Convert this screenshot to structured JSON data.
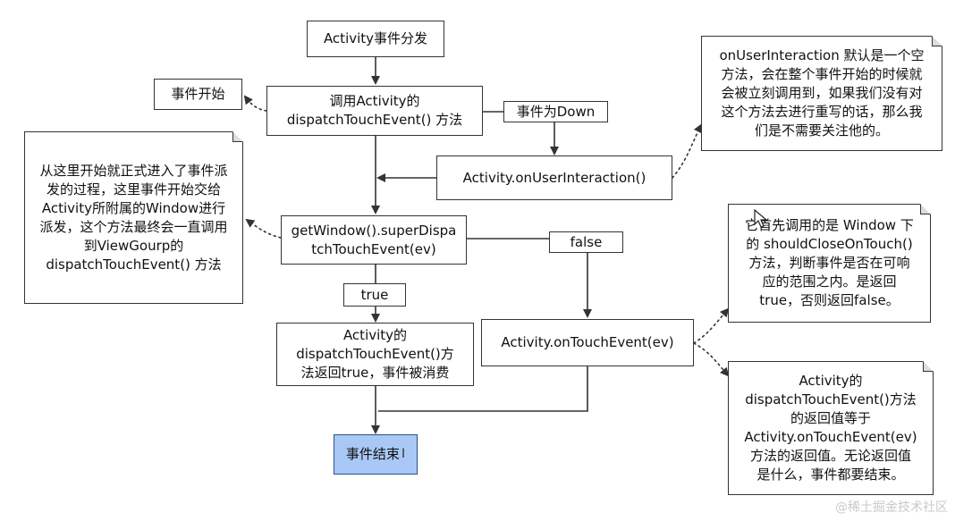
{
  "nodes": {
    "activity_dispatch_title": "Activity事件分发",
    "event_start": "事件开始",
    "call_dispatch": "调用Activity的\ndispatchTouchEvent() 方法",
    "event_down": "事件为Down",
    "on_user_interaction": "Activity.onUserInteraction()",
    "super_dispatch": "getWindow().superDispa\ntchTouchEvent(ev)",
    "label_false": "false",
    "label_true": "true",
    "consumed": "Activity的\ndispatchTouchEvent()方\n法返回true，事件被消费",
    "on_touch_event": "Activity.onTouchEvent(ev)",
    "event_end": "事件结束",
    "event_end_cursor": "I"
  },
  "notes": {
    "user_interaction_note": "onUserInteraction 默认是一个空\n方法，会在整个事件开始的时候就\n会被立刻调用到，如果我们没有对\n这个方法去进行重写的话，那么我\n们是不需要关注他的。",
    "dispatch_process_note": "从这里开始就正式进入了事件派\n发的过程，这里事件开始交给\nActivity所附属的Window进行\n派发，这个方法最终会一直调用\n到ViewGourp的\ndispatchTouchEvent() 方法",
    "should_close_note": "它首先调用的是 Window 下\n的 shouldCloseOnTouch()\n方法，判断事件是否在可响\n应的范围之内。是返回\ntrue，否则返回false。",
    "return_value_note": "Activity的\ndispatchTouchEvent()方法\n的返回值等于\nActivity.onTouchEvent(ev)\n方法的返回值。无论返回值\n是什么，事件都要结束。"
  },
  "watermark": "@稀土掘金技术社区",
  "colors": {
    "end_node_fill": "#a9c8f5",
    "line": "#333333"
  },
  "icons": {
    "cursor": "mouse-pointer-icon"
  }
}
